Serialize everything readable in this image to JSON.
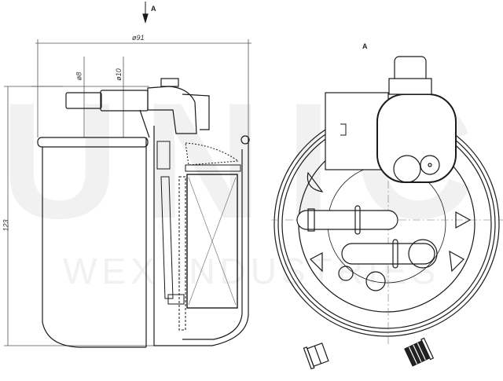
{
  "watermark": {
    "brand": "UNICO",
    "subtitle": "WEX INDUSTRIES"
  },
  "view_labels": {
    "arrow_label": "A",
    "view_a_label": "A"
  },
  "dimensions": {
    "diameter_body": "ø91",
    "diameter_port_small": "ø8",
    "diameter_port_large": "ø10",
    "height": "123"
  },
  "colors": {
    "line": "#1a1a1a",
    "thin_line": "#555555",
    "watermark": "#f1f1f1",
    "background": "#ffffff"
  }
}
